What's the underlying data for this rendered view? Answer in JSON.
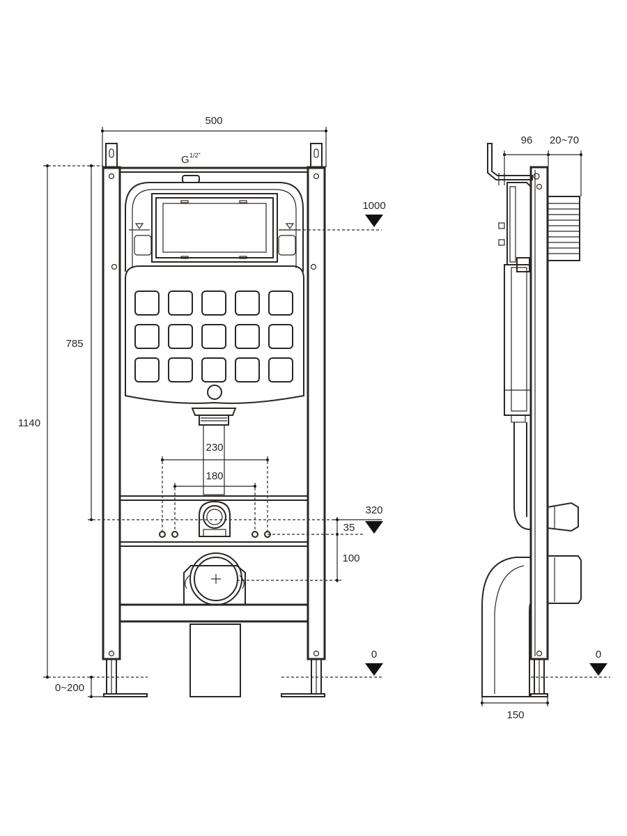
{
  "front_view": {
    "width_label": "500",
    "thread_label": "G",
    "thread_size": "1/2\"",
    "total_height_label": "1140",
    "height_785_label": "785",
    "level_1000_label": "1000",
    "spacing_230_label": "230",
    "spacing_180_label": "180",
    "level_320_label": "320",
    "offset_35_label": "35",
    "offset_100_label": "100",
    "level_0_label": "0",
    "leg_adjust_label": "0~200"
  },
  "side_view": {
    "depth_96_label": "96",
    "depth_20_70_label": "20~70",
    "depth_150_label": "150",
    "level_0_label": "0"
  }
}
